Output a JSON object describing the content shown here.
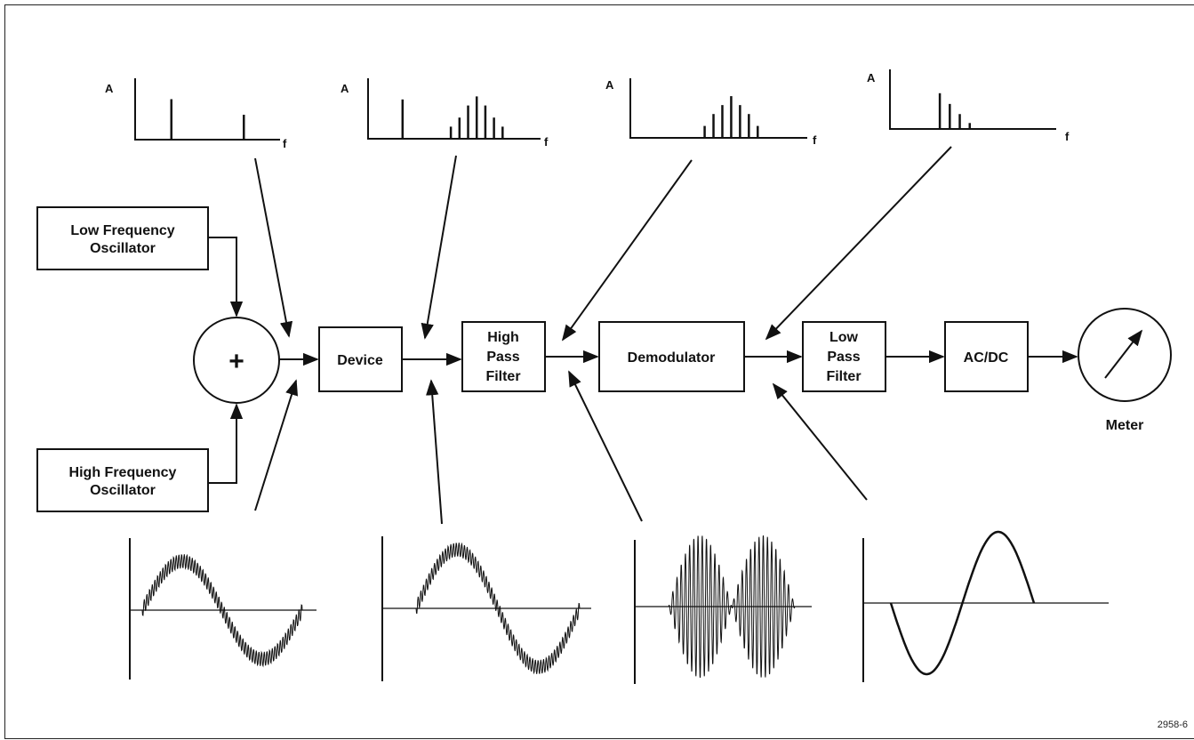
{
  "blocks": {
    "lfo": [
      "Low Frequency",
      "Oscillator"
    ],
    "hfo": [
      "High Frequency",
      "Oscillator"
    ],
    "summer_symbol": "+",
    "device": "Device",
    "hpf": [
      "High",
      "Pass",
      "Filter"
    ],
    "demodulator": "Demodulator",
    "lpf": [
      "Low",
      "Pass",
      "Filter"
    ],
    "acdc": "AC/DC",
    "meter": "Meter"
  },
  "spectra": {
    "amplitude_label": "A",
    "frequency_label": "f",
    "plots": [
      {
        "bars": [
          {
            "f": 0.25,
            "a": 0.65
          },
          {
            "f": 0.75,
            "a": 0.4
          }
        ]
      },
      {
        "bars": [
          {
            "f": 0.2,
            "a": 0.65
          },
          {
            "f": 0.48,
            "a": 0.2
          },
          {
            "f": 0.53,
            "a": 0.35
          },
          {
            "f": 0.58,
            "a": 0.55
          },
          {
            "f": 0.63,
            "a": 0.7
          },
          {
            "f": 0.68,
            "a": 0.55
          },
          {
            "f": 0.73,
            "a": 0.35
          },
          {
            "f": 0.78,
            "a": 0.2
          }
        ]
      },
      {
        "bars": [
          {
            "f": 0.42,
            "a": 0.2
          },
          {
            "f": 0.47,
            "a": 0.4
          },
          {
            "f": 0.52,
            "a": 0.55
          },
          {
            "f": 0.57,
            "a": 0.7
          },
          {
            "f": 0.62,
            "a": 0.55
          },
          {
            "f": 0.67,
            "a": 0.4
          },
          {
            "f": 0.72,
            "a": 0.2
          }
        ]
      },
      {
        "bars": [
          {
            "f": 0.3,
            "a": 0.6
          },
          {
            "f": 0.36,
            "a": 0.42
          },
          {
            "f": 0.42,
            "a": 0.25
          },
          {
            "f": 0.48,
            "a": 0.1
          }
        ]
      }
    ]
  },
  "waveforms": [
    {
      "kind": "sine-with-hf",
      "label": ""
    },
    {
      "kind": "sine-with-hf",
      "label": ""
    },
    {
      "kind": "modulated-hf",
      "label": ""
    },
    {
      "kind": "pure-sine",
      "label": ""
    }
  ],
  "figure_id": "2958-6"
}
